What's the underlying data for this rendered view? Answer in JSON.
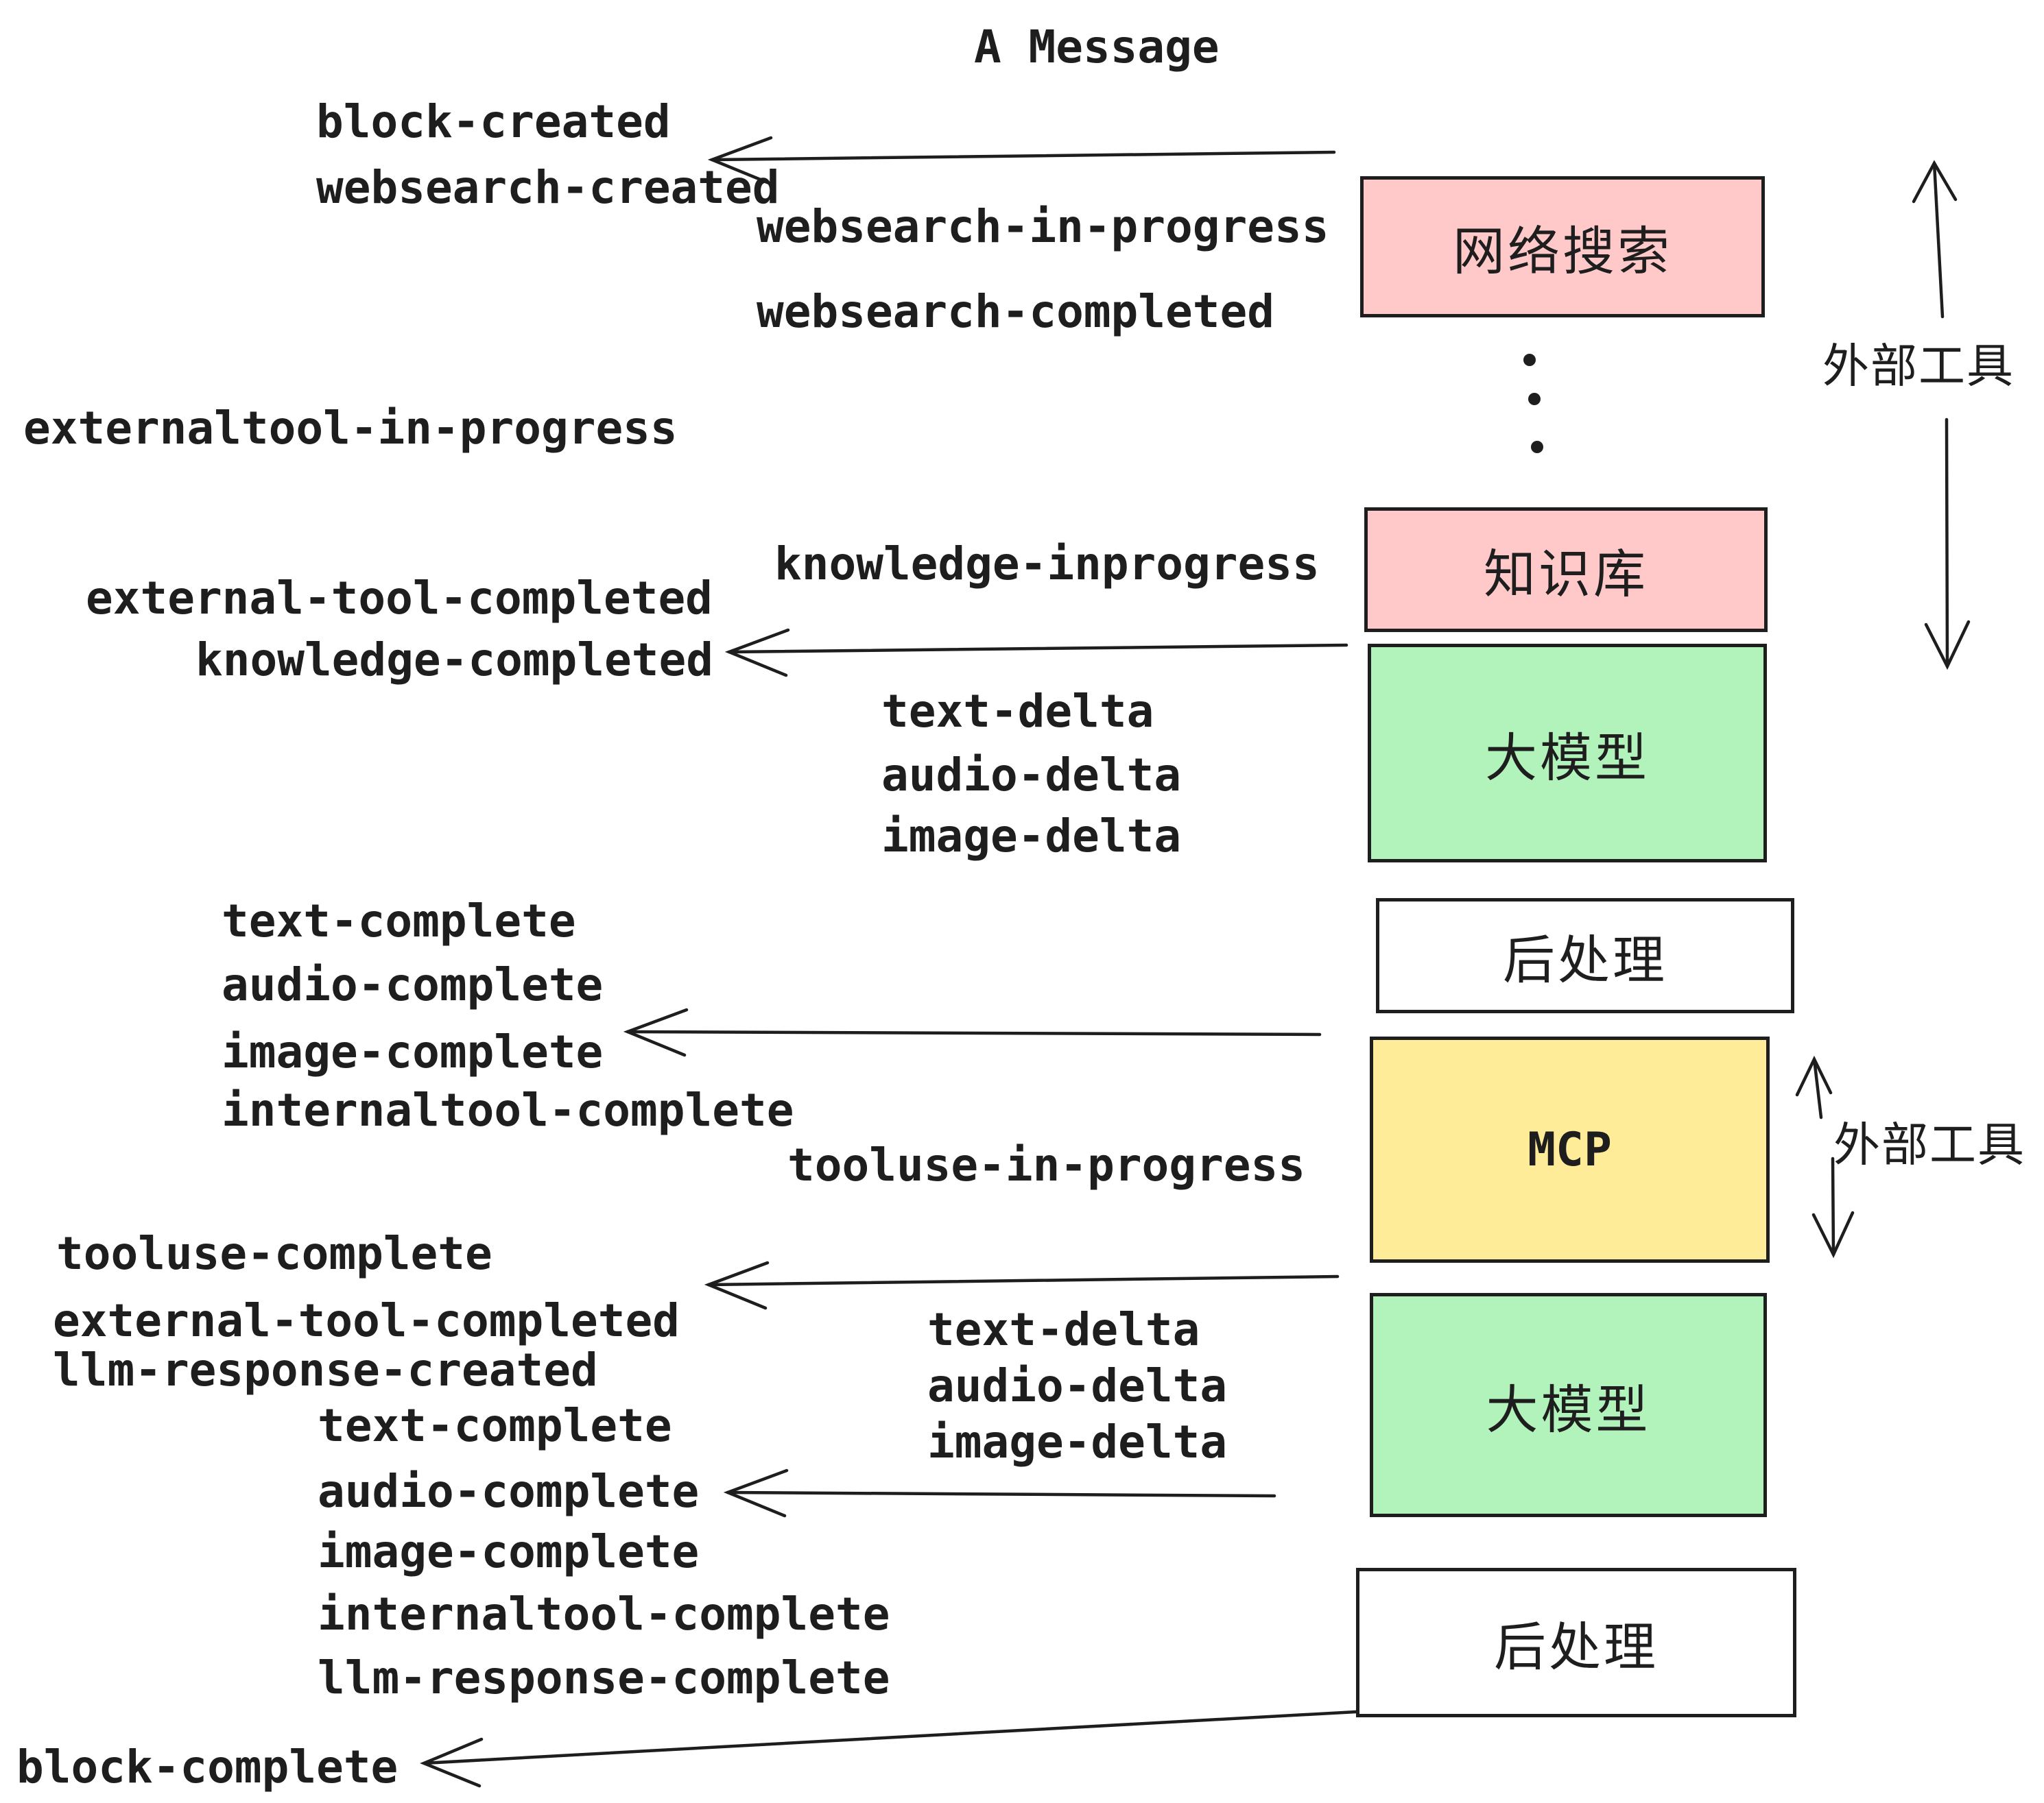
{
  "title": "A Message",
  "colors": {
    "ink": "#1e1e1e",
    "external_tool_box": "#ffc9c9",
    "llm_box": "#b2f2bb",
    "mcp_box": "#ffec99",
    "postprocess_box": "#ffffff"
  },
  "boxes": [
    {
      "id": "websearch",
      "label": "网络搜索"
    },
    {
      "id": "knowledge",
      "label": "知识库"
    },
    {
      "id": "llm-1",
      "label": "大模型"
    },
    {
      "id": "post-1",
      "label": "后处理"
    },
    {
      "id": "mcp",
      "label": "MCP"
    },
    {
      "id": "llm-2",
      "label": "大模型"
    },
    {
      "id": "post-2",
      "label": "后处理"
    }
  ],
  "side_labels": [
    {
      "id": "external-tools-top",
      "text": "外部工具"
    },
    {
      "id": "external-tools-bottom",
      "text": "外部工具"
    }
  ],
  "events": [
    {
      "id": "block-created",
      "text": "block-created"
    },
    {
      "id": "websearch-created",
      "text": "websearch-created"
    },
    {
      "id": "websearch-in-progress",
      "text": "websearch-in-progress"
    },
    {
      "id": "websearch-completed",
      "text": "websearch-completed"
    },
    {
      "id": "externaltool-in-progress",
      "text": "externaltool-in-progress"
    },
    {
      "id": "knowledge-inprogress",
      "text": "knowledge-inprogress"
    },
    {
      "id": "external-tool-completed-1",
      "text": "external-tool-completed"
    },
    {
      "id": "knowledge-completed",
      "text": "knowledge-completed"
    },
    {
      "id": "text-delta-1",
      "text": "text-delta"
    },
    {
      "id": "audio-delta-1",
      "text": "audio-delta"
    },
    {
      "id": "image-delta-1",
      "text": "image-delta"
    },
    {
      "id": "text-complete-1",
      "text": "text-complete"
    },
    {
      "id": "audio-complete-1",
      "text": "audio-complete"
    },
    {
      "id": "image-complete-1",
      "text": "image-complete"
    },
    {
      "id": "internaltool-complete-1",
      "text": "internaltool-complete"
    },
    {
      "id": "tooluse-in-progress",
      "text": "tooluse-in-progress"
    },
    {
      "id": "tooluse-complete",
      "text": "tooluse-complete"
    },
    {
      "id": "external-tool-completed-2",
      "text": "external-tool-completed"
    },
    {
      "id": "llm-response-created",
      "text": "llm-response-created"
    },
    {
      "id": "text-delta-2",
      "text": "text-delta"
    },
    {
      "id": "audio-delta-2",
      "text": "audio-delta"
    },
    {
      "id": "image-delta-2",
      "text": "image-delta"
    },
    {
      "id": "text-complete-2",
      "text": "text-complete"
    },
    {
      "id": "audio-complete-2",
      "text": "audio-complete"
    },
    {
      "id": "image-complete-2",
      "text": "image-complete"
    },
    {
      "id": "internaltool-complete-2",
      "text": "internaltool-complete"
    },
    {
      "id": "llm-response-complete",
      "text": "llm-response-complete"
    },
    {
      "id": "block-complete",
      "text": "block-complete"
    }
  ]
}
